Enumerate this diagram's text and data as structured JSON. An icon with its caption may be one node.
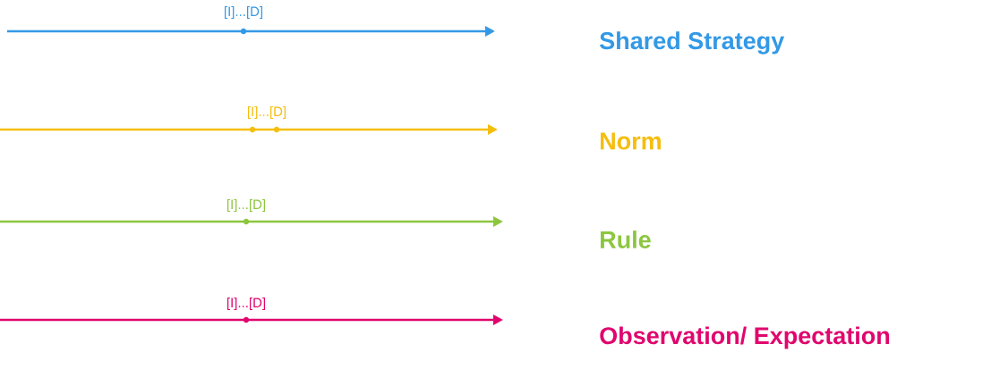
{
  "diagram": {
    "labels": [
      "[I]...[D]",
      "Shared Strategy",
      "[I]...[D]",
      "Norm",
      "[I]...[D]",
      "Rule",
      "[I]...[D]",
      "Observation/ Expectation"
    ]
  }
}
